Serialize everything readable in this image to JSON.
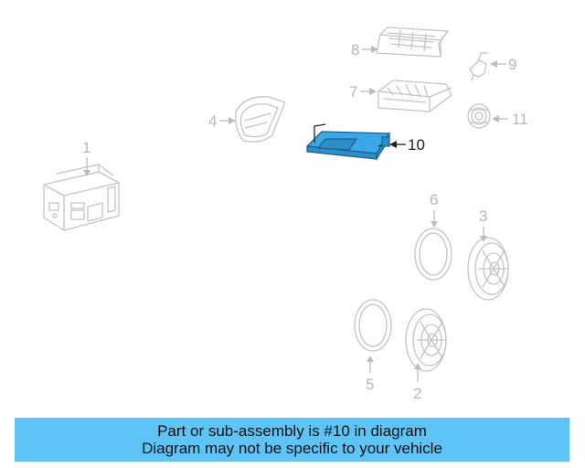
{
  "diagram": {
    "callouts": [
      "1",
      "2",
      "3",
      "4",
      "5",
      "6",
      "7",
      "8",
      "9",
      "10",
      "11"
    ],
    "highlighted_callout": "10",
    "colors": {
      "highlight": "#3aa8e6",
      "highlight_outline": "#1d5f86",
      "part_outline": "#c4c4c4",
      "callout_text": "#b8b8b8",
      "active_text": "#222222"
    }
  },
  "banner": {
    "line1": "Part or sub-assembly is #10 in diagram",
    "line2": "Diagram may not be specific to your vehicle",
    "background": "#5ec3f5"
  }
}
